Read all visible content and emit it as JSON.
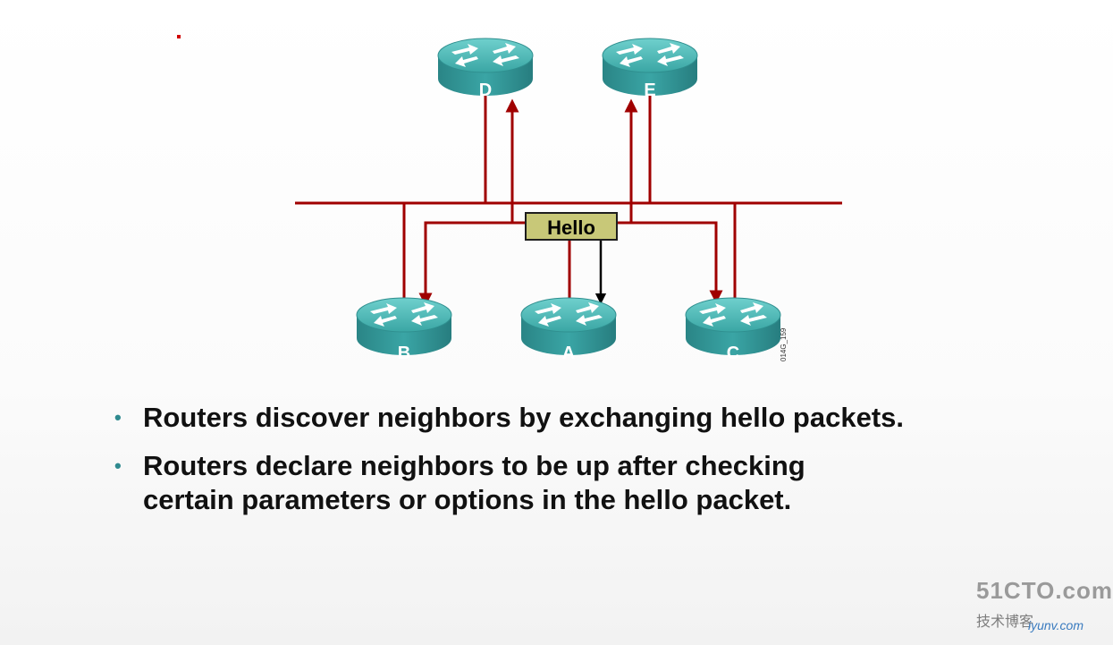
{
  "diagram": {
    "hello_label": "Hello",
    "figure_code": "014G_159",
    "routers": [
      {
        "id": "D",
        "label": "D"
      },
      {
        "id": "E",
        "label": "E"
      },
      {
        "id": "B",
        "label": "B"
      },
      {
        "id": "A",
        "label": "A"
      },
      {
        "id": "C",
        "label": "C"
      }
    ]
  },
  "bullets": [
    {
      "text": "Routers discover neighbors by exchanging hello packets."
    },
    {
      "line1": "Routers declare neighbors to be up after checking",
      "line2": "certain parameters or options in the hello packet."
    }
  ],
  "watermark": {
    "main": "51CTO.com",
    "sub": "技术博客",
    "sub2": "iyunv.com"
  },
  "colors": {
    "link": "#a00000",
    "router_top": "#4bb6b4",
    "router_side": "#2b8d8e",
    "hello_box": "#c8c878",
    "bullet": "#2f8a8f"
  }
}
